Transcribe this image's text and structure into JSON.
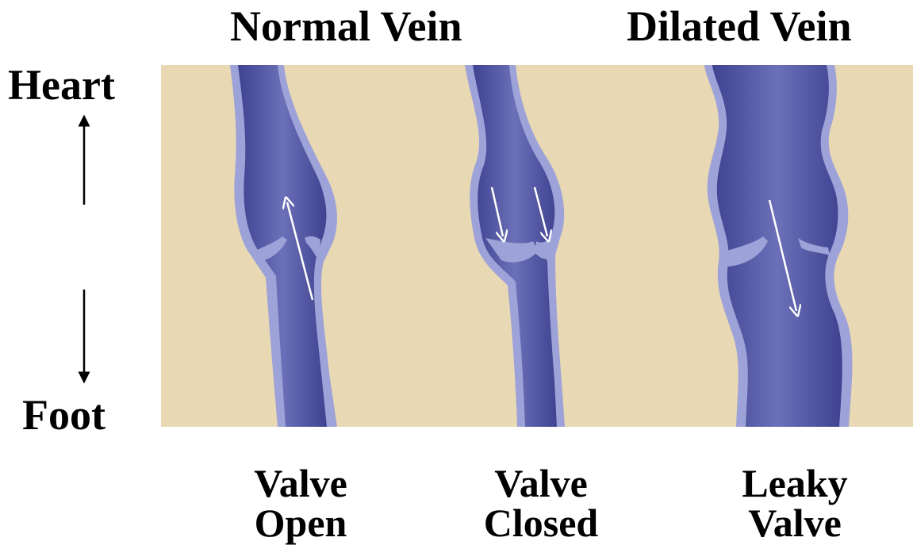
{
  "titles": {
    "normal": "Normal Vein",
    "dilated": "Dilated Vein"
  },
  "directions": {
    "top": "Heart",
    "bottom": "Foot"
  },
  "captions": {
    "open": {
      "line1": "Valve",
      "line2": "Open"
    },
    "closed": {
      "line1": "Valve",
      "line2": "Closed"
    },
    "leaky": {
      "line1": "Leaky",
      "line2": "Valve"
    }
  },
  "colors": {
    "background_panel": "#e9d8b4",
    "vein_wall": "#9da3d8",
    "vein_lumen": "#5a5ea6",
    "flow_arrow": "#ffffff",
    "text": "#000000"
  }
}
